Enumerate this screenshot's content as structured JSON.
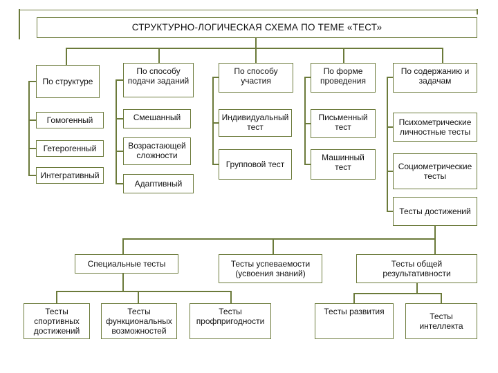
{
  "line_color": "#6b7a3a",
  "title": "СТРУКТУРНО-ЛОГИЧЕСКАЯ СХЕМА ПО ТЕМЕ «ТЕСТ»",
  "headers": {
    "structure": "По структуре",
    "delivery": "По способу подачи заданий",
    "participation": "По способу участия",
    "form": "По форме проведения",
    "content": "По содержанию и задачам"
  },
  "structure_items": {
    "homogeneous": "Гомогенный",
    "heterogeneous": "Гетерогенный",
    "integrative": "Интегративный"
  },
  "delivery_items": {
    "mixed": "Смешанный",
    "increasing": "Возрастающей сложности",
    "adaptive": "Адаптивный"
  },
  "participation_items": {
    "individual": "Индивидуальный тест",
    "group": "Групповой тест"
  },
  "form_items": {
    "written": "Письменный тест",
    "machine": "Машинный тест"
  },
  "content_items": {
    "psychometric": "Психометрические личностные тесты",
    "sociometric": "Социометрические тесты",
    "achievement": "Тесты достижений"
  },
  "achievement_branches": {
    "special": "Специальные тесты",
    "progress": "Тесты успеваемости (усвоения знаний)",
    "general": "Тесты общей результативности"
  },
  "special_items": {
    "sports": "Тесты спортивных достижений",
    "functional": "Тесты функциональных возможностей",
    "professional": "Тесты профпригодности"
  },
  "general_items": {
    "development": "Тесты развития",
    "intellect": "Тесты интеллекта"
  }
}
